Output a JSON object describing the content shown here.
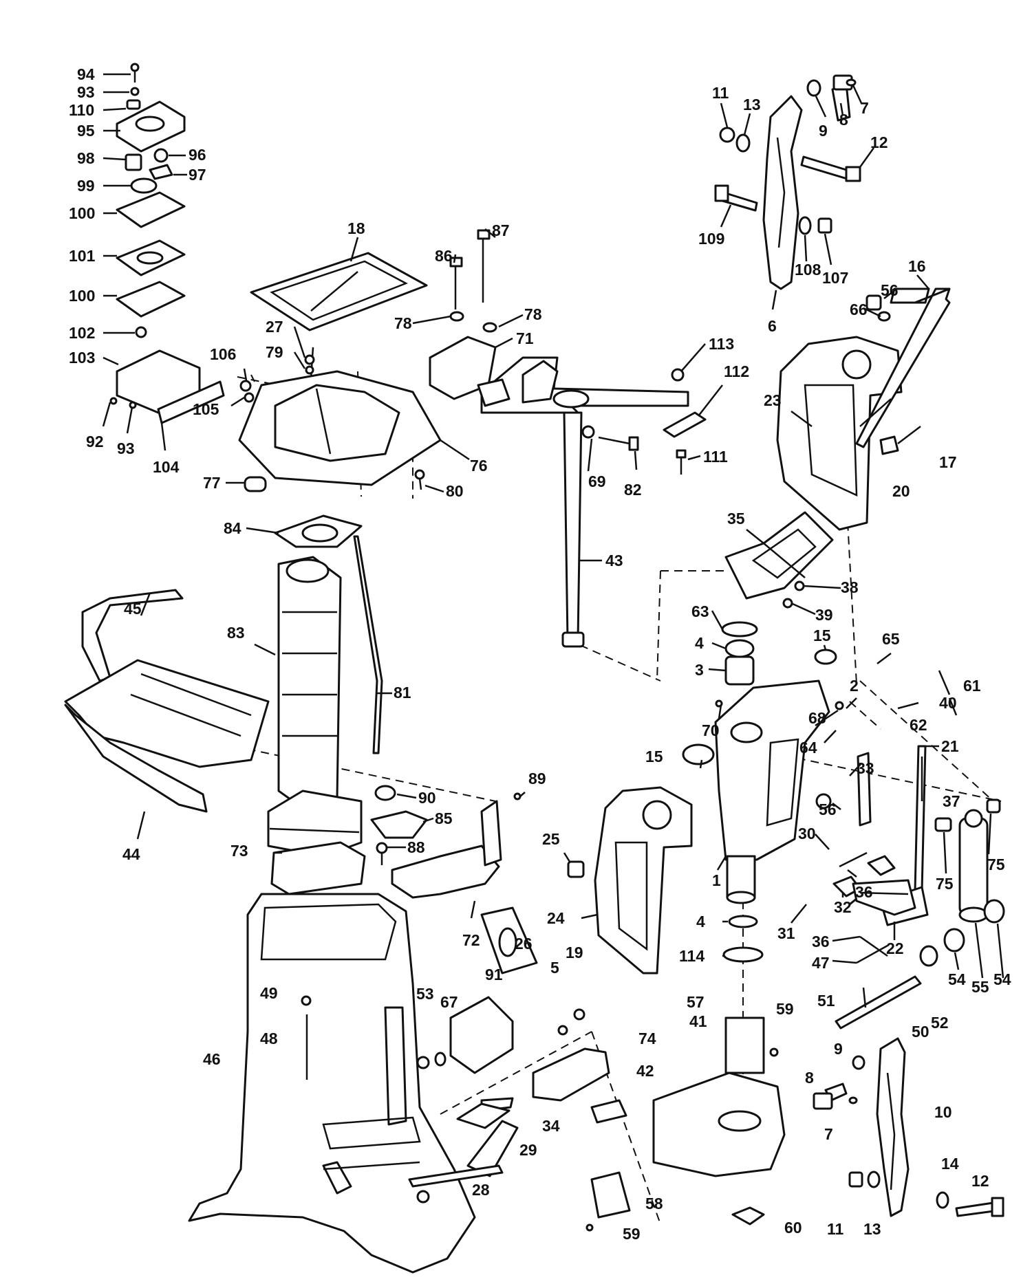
{
  "labels": {
    "l94": "94",
    "l93a": "93",
    "l110": "110",
    "l95": "95",
    "l98": "98",
    "l96": "96",
    "l97": "97",
    "l99": "99",
    "l100a": "100",
    "l101": "101",
    "l100b": "100",
    "l102": "102",
    "l103": "103",
    "l92": "92",
    "l93b": "93",
    "l104": "104",
    "l105": "105",
    "l106": "106",
    "l18": "18",
    "l27": "27",
    "l79": "79",
    "l76": "76",
    "l77": "77",
    "l80": "80",
    "l84": "84",
    "l86": "86",
    "l87": "87",
    "l78a": "78",
    "l78b": "78",
    "l71": "71",
    "l113": "113",
    "l112": "112",
    "l69": "69",
    "l82": "82",
    "l111": "111",
    "l43": "43",
    "l11a": "11",
    "l13a": "13",
    "l9a": "9",
    "l8a": "8",
    "l7a": "7",
    "l12a": "12",
    "l109": "109",
    "l108": "108",
    "l107": "107",
    "l6": "6",
    "l16": "16",
    "l56a": "56",
    "l66": "66",
    "l23": "23",
    "l17": "17",
    "l20": "20",
    "l35": "35",
    "l38": "38",
    "l39": "39",
    "l63": "63",
    "l4a": "4",
    "l3": "3",
    "l15a": "15",
    "l65": "65",
    "l61": "61",
    "l40": "40",
    "l62": "62",
    "l2": "2",
    "l70": "70",
    "l68": "68",
    "l64": "64",
    "l21": "21",
    "l45": "45",
    "l83": "83",
    "l81": "81",
    "l44": "44",
    "l90": "90",
    "l89": "89",
    "l85": "85",
    "l88": "88",
    "l73": "73",
    "l72": "72",
    "l25": "25",
    "l24": "24",
    "l15b": "15",
    "l33": "33",
    "l37": "37",
    "l56b": "56",
    "l30": "30",
    "l1": "1",
    "l36a": "36",
    "l32": "32",
    "l75a": "75",
    "l75b": "75",
    "l31": "31",
    "l4b": "4",
    "l114": "114",
    "l36b": "36",
    "l47": "47",
    "l22": "22",
    "l55": "55",
    "l54a": "54",
    "l54b": "54",
    "l46": "46",
    "l49": "49",
    "l48": "48",
    "l53": "53",
    "l67": "67",
    "l91": "91",
    "l26": "26",
    "l5": "5",
    "l19": "19",
    "l74": "74",
    "l34": "34",
    "l29": "29",
    "l28": "28",
    "l42": "42",
    "l41": "41",
    "l57": "57",
    "l59a": "59",
    "l58": "58",
    "l59b": "59",
    "l60": "60",
    "l51": "51",
    "l50": "50",
    "l52": "52",
    "l9b": "9",
    "l8b": "8",
    "l7b": "7",
    "l10": "10",
    "l11b": "11",
    "l13b": "13",
    "l14": "14",
    "l12b": "12"
  }
}
